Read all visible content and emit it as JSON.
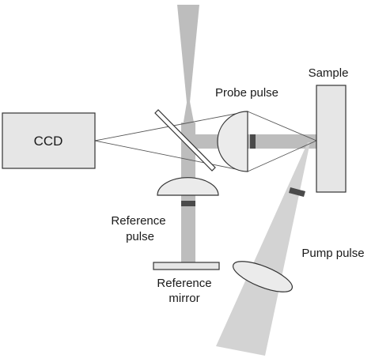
{
  "labels": {
    "ccd": "CCD",
    "sample": "Sample",
    "probe_pulse": "Probe pulse",
    "reference_pulse_line1": "Reference",
    "reference_pulse_line2": "pulse",
    "reference_mirror_line1": "Reference",
    "reference_mirror_line2": "mirror",
    "pump_pulse": "Pump pulse"
  },
  "colors": {
    "beam": "#bdbdbd",
    "pump_beam": "#d3d3d3",
    "marker": "#4a4a4a",
    "outline": "#333333",
    "box_fill": "#e6e6e6",
    "lens_fill": "#ebebeb"
  }
}
